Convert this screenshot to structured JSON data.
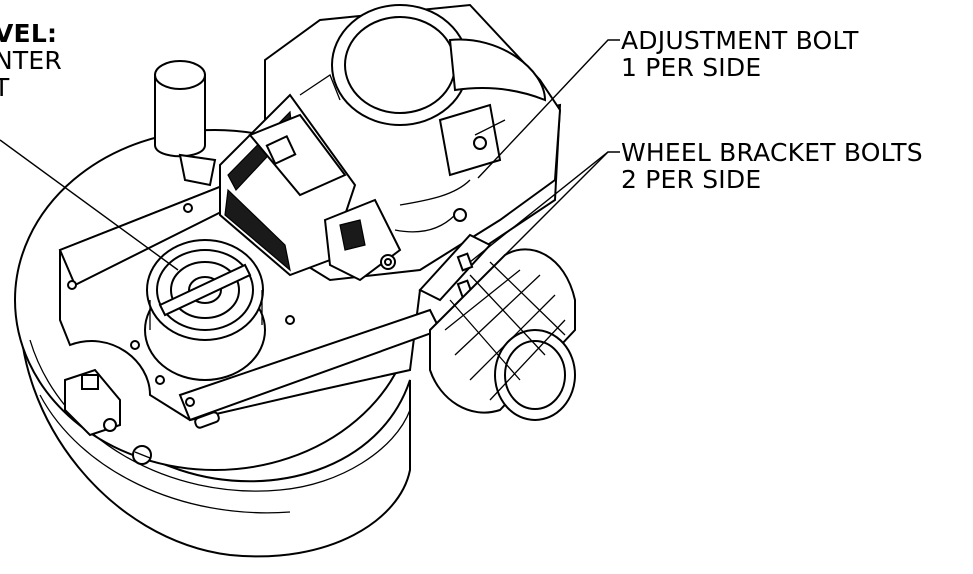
{
  "callouts": {
    "left_partial": {
      "line1": "VEL:",
      "line2": "NTER",
      "line3": "T"
    },
    "adjustment_bolt": {
      "line1": "ADJUSTMENT BOLT",
      "line2": "1 PER SIDE"
    },
    "wheel_bracket_bolts": {
      "line1": "WHEEL BRACKET BOLTS",
      "line2": "2 PER SIDE"
    }
  },
  "colors": {
    "line": "#000000",
    "background": "#ffffff"
  }
}
